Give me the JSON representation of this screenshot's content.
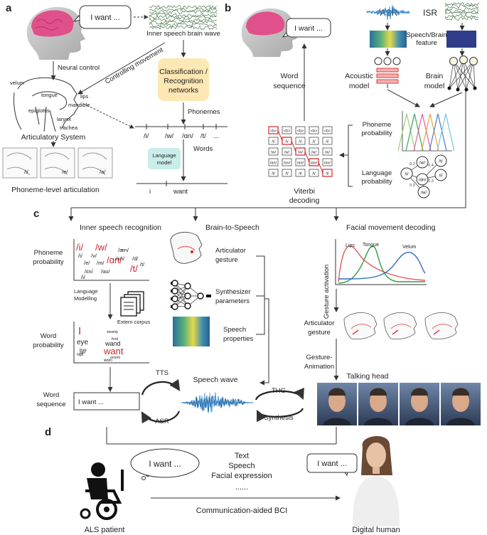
{
  "panels": {
    "a": "a",
    "b": "b",
    "c": "c",
    "d": "d"
  },
  "panel_a": {
    "bubble": "I want ...",
    "wave_label": "Inner speech brain wave",
    "neural_control": "Neural control",
    "controlling_movement": "Controlling movement",
    "classifier": "Classification / Recognition networks",
    "phonemes_label": "Phonemes",
    "phonemes": [
      "/i/",
      "/w/",
      "/ɑn/",
      "/t/",
      "..."
    ],
    "words_label": "Words",
    "language_model": "Language model",
    "words": [
      "i",
      "want"
    ],
    "articulatory_system": "Articulatory System",
    "articulatory_parts": [
      "velum",
      "tongue",
      "lips",
      "mandible",
      "epiglottis",
      "larynx",
      "trachea"
    ],
    "articulation_samples": [
      "/i/",
      "/e/",
      "/a/"
    ],
    "phoneme_level": "Phoneme-level articulation"
  },
  "panel_b": {
    "bubble": "I want ...",
    "asr": "ASR",
    "isr": "ISR",
    "feature_label": "Speech/Brain feature",
    "acoustic_model": "Acoustic model",
    "brain_model": "Brain model",
    "word_sequence": "Word sequence",
    "phoneme_probability": "Phoneme probability",
    "language_probability": "Language probability",
    "viterbi": "Viterbi decoding",
    "trellis_rows": [
      "<b>",
      "/i/",
      "/w/",
      "/ɑn/",
      "/t/"
    ],
    "lm_nodes": [
      "/i/",
      "/w/",
      "/ɑn/",
      "/t/",
      "/i/",
      "/w/"
    ],
    "lm_weights": [
      "0.2",
      "0.3",
      "0.4",
      "0.3"
    ]
  },
  "panel_c": {
    "inner_speech_recognition": "Inner speech recognition",
    "brain_to_speech": "Brain-to-Speech",
    "facial_movement_decoding": "Facial movement decoding",
    "phoneme_probability": "Phoneme probability",
    "phoneme_cloud": [
      {
        "t": "/i/",
        "big": true
      },
      {
        "t": "/w/",
        "big": true
      },
      {
        "t": "/ɑn/",
        "big": true
      },
      {
        "t": "/æn/",
        "big": false
      },
      {
        "t": "/t/",
        "big": true
      },
      {
        "t": "/i/",
        "big": false
      },
      {
        "t": "/v/",
        "big": false
      },
      {
        "t": "/m/",
        "big": false
      },
      {
        "t": "/d/",
        "big": false
      },
      {
        "t": "/e/",
        "big": false
      },
      {
        "t": "/ʌn/",
        "big": false
      },
      {
        "t": "/t/",
        "big": false
      },
      {
        "t": "/ɛn/",
        "big": false
      },
      {
        "t": "/ɑʊ/",
        "big": false
      },
      {
        "t": "/i/",
        "big": false
      }
    ],
    "language_modelling": "Language Modelling",
    "extern_corpus": "Extern corpus",
    "word_probability": "Word probability",
    "word_cloud": [
      {
        "t": "I",
        "big": true
      },
      {
        "t": "eye",
        "big": false
      },
      {
        "t": "wand",
        "big": false
      },
      {
        "t": "want",
        "big": true
      },
      {
        "t": "swamp",
        "big": false
      },
      {
        "t": "font",
        "big": false
      },
      {
        "t": "bye",
        "big": false
      },
      {
        "t": "won",
        "big": false
      },
      {
        "t": "high",
        "big": false
      },
      {
        "t": "recent",
        "big": false
      },
      {
        "t": "aye",
        "big": false
      }
    ],
    "word_sequence": "Word sequence",
    "sequence_value": "I want ...",
    "articulator_gesture": "Articulator gesture",
    "synthesizer_parameters": "Synthesizer parameters",
    "speech_properties": "Speech properties",
    "tts": "TTS",
    "asr": "ASR",
    "speech_wave": "Speech wave",
    "thg": "THG",
    "synthesis": "Synthesis",
    "gesture_activation": "Gesture activation",
    "curves": [
      "Lips",
      "Tongue",
      "Velum"
    ],
    "articulator_gesture_2": "Articulator gesture",
    "gesture_animation": "Gesture-Animation",
    "talking_head": "Talking head"
  },
  "panel_d": {
    "thought": "I want ...",
    "speech_bubble": "I want ...",
    "modalities": [
      "Text",
      "Speech",
      "Facial expression",
      "......"
    ],
    "bci": "Communication-aided BCI",
    "als_patient": "ALS patient",
    "digital_human": "Digital human"
  },
  "colors": {
    "brain": "#e0508a",
    "head": "#c7c7c7",
    "wave_green": "#4e7a50",
    "accent_red": "#d2232a",
    "classifier_fill": "#fde7b3",
    "lm_fill": "#c9ede9",
    "speech_blue": "#2d82c8",
    "lips": "#e8555c",
    "tongue": "#2f9e44",
    "velum": "#2d6cc0"
  }
}
